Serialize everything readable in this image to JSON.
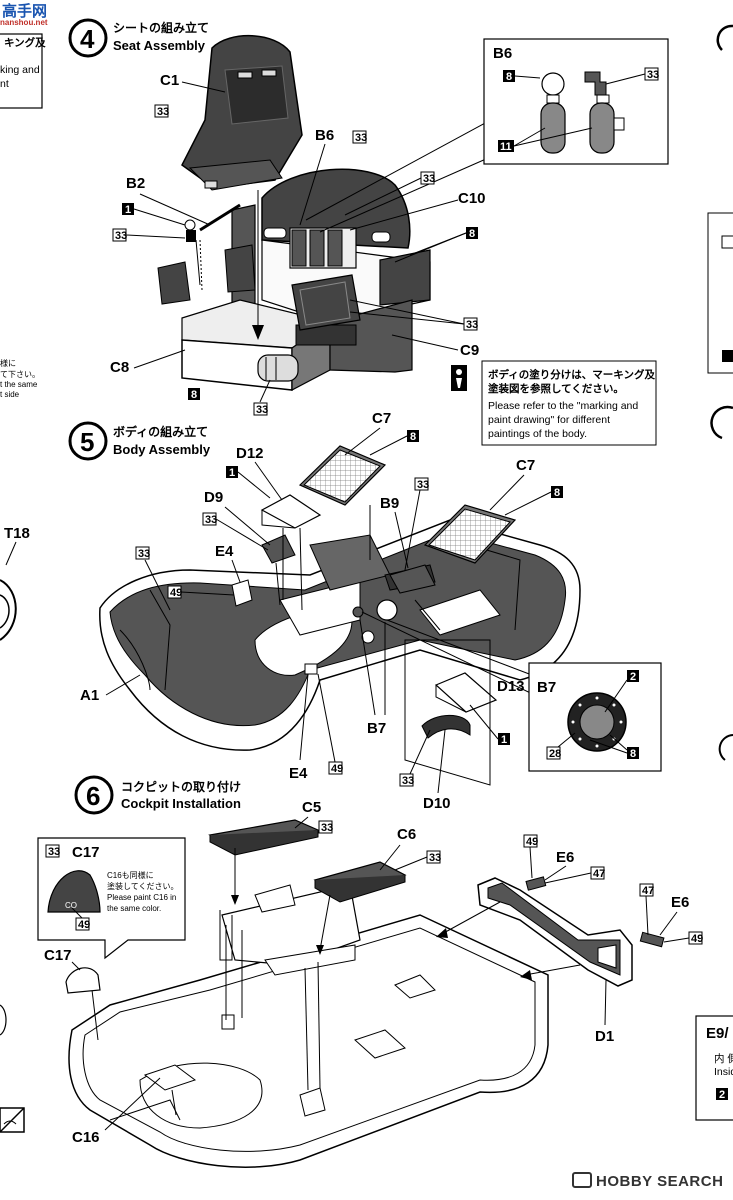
{
  "watermark": {
    "site_title": "高手网",
    "site_sub": "nanshou.net",
    "brand": "HOBBY SEARCH"
  },
  "edge_left": {
    "top_note_1": "キング及",
    "top_note_2": "king and",
    "top_note_3": "nt",
    "mid_note_1": "様に",
    "mid_note_2": "て下さい。",
    "mid_note_3": "t the same",
    "mid_note_4": "t side",
    "t18": "T18"
  },
  "edge_right": {
    "e9": "E9/",
    "jp": "内 側",
    "en": "Insid",
    "num": "2"
  },
  "step4": {
    "number": "4",
    "title_jp": "シートの組み立て",
    "title_en": "Seat Assembly",
    "parts": {
      "c1": "C1",
      "b6": "B6",
      "b2": "B2",
      "c10": "C10",
      "c8": "C8",
      "c9": "C9"
    },
    "codes": {
      "c33": "33",
      "c1": "1",
      "c8": "8",
      "c11": "11"
    },
    "inset_title": "B6",
    "note_jp_1": "ボディの塗り分けは、マーキング及",
    "note_jp_2": "塗装図を参照してください。",
    "note_en_1": "Please refer to the \"marking and",
    "note_en_2": "paint drawing\" for different",
    "note_en_3": "paintings of the body."
  },
  "step5": {
    "number": "5",
    "title_jp": "ボディの組み立て",
    "title_en": "Body Assembly",
    "parts": {
      "c7a": "C7",
      "c7b": "C7",
      "d12": "D12",
      "d9": "D9",
      "e4a": "E4",
      "e4b": "E4",
      "b9": "B9",
      "a1": "A1",
      "b7": "B7",
      "d13": "D13",
      "d10": "D10"
    },
    "codes": {
      "c1": "1",
      "c8": "8",
      "c33": "33",
      "c49": "49",
      "c2": "2",
      "c28": "28"
    },
    "inset_title": "B7"
  },
  "step6": {
    "number": "6",
    "title_jp": "コクピットの取り付け",
    "title_en": "Cockpit  Installation",
    "parts": {
      "c5": "C5",
      "c6": "C6",
      "e6a": "E6",
      "e6b": "E6",
      "c17a": "C17",
      "c17b": "C17",
      "c16": "C16",
      "d1": "D1"
    },
    "codes": {
      "c33": "33",
      "c49": "49",
      "c47": "47"
    },
    "inset_note_1": "C16も同様に",
    "inset_note_2": "塗装してください。",
    "inset_note_3": "Please paint C16 in",
    "inset_note_4": "the same color."
  }
}
